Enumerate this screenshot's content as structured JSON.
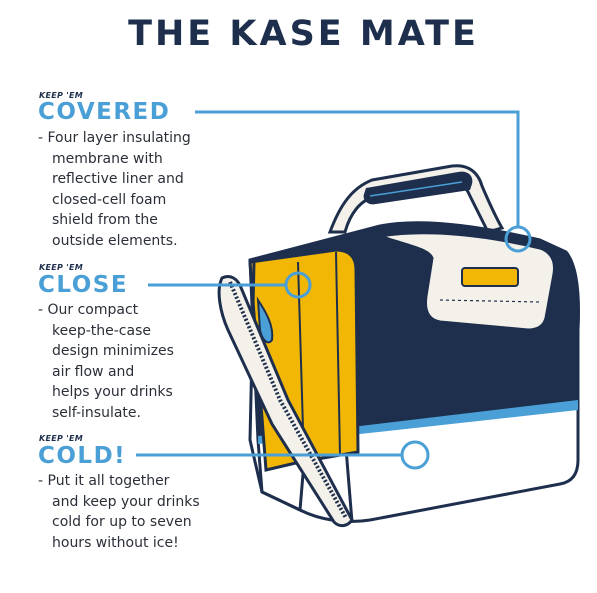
{
  "title": "THE KASE MATE",
  "sections": [
    {
      "kicker": "KEEP 'EM",
      "heading": "COVERED",
      "description_lines": [
        "- Four layer insulating",
        "membrane with",
        "reflective liner and",
        "closed-cell foam",
        "shield from the",
        "outside elements."
      ]
    },
    {
      "kicker": "KEEP 'EM",
      "heading": "CLOSE",
      "description_lines": [
        "- Our compact",
        "keep-the-case",
        "design minimizes",
        "air flow and",
        "helps your drinks",
        "self-insulate."
      ]
    },
    {
      "kicker": "KEEP 'EM",
      "heading": "COLD!",
      "description_lines": [
        "- Put it all together",
        "and keep your drinks",
        "cold for up to seven",
        "hours without ice!"
      ]
    }
  ],
  "colors": {
    "navy": "#1e2f4d",
    "accent_blue": "#4a9fd6",
    "yellow": "#f2b705",
    "cream": "#f4f1ea",
    "ink": "#2a2f38"
  }
}
